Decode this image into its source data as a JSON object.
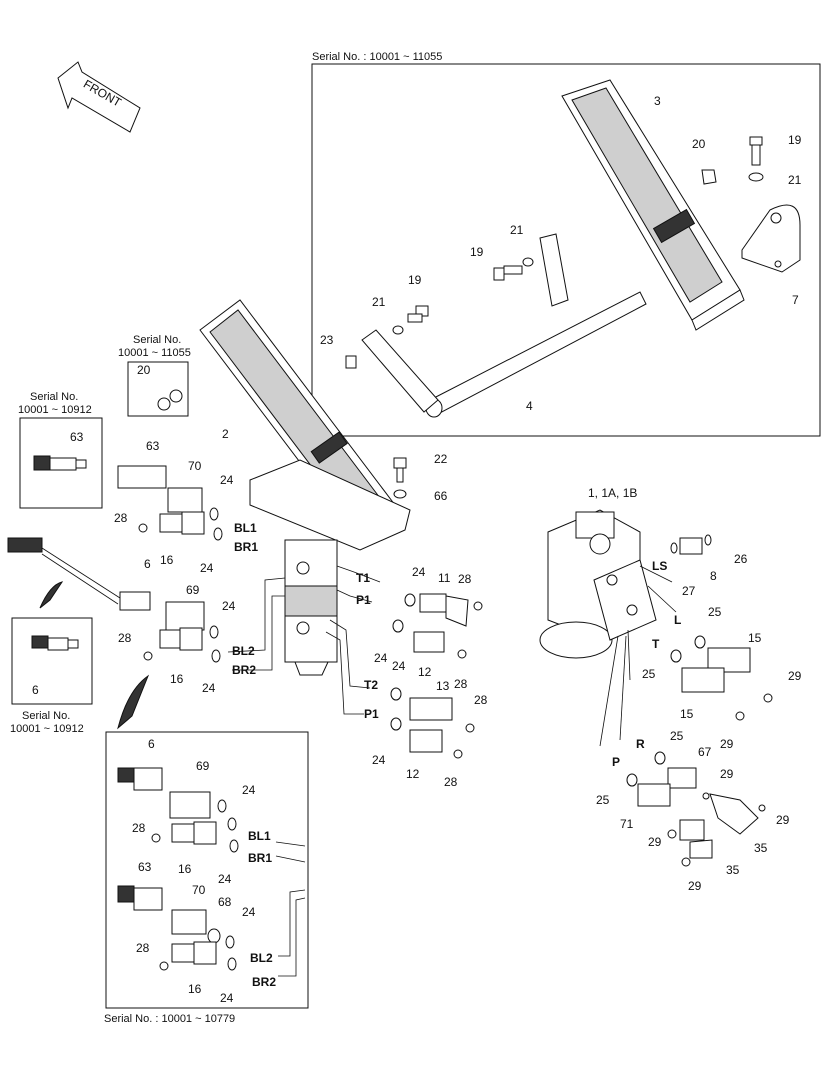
{
  "front_label": "FRONT",
  "serial_boxes": {
    "top": "Serial No. : 10001 ~ 11055",
    "small_20_title": "Serial No.",
    "small_20_range": "10001 ~ 11055",
    "small_63_title": "Serial No.",
    "small_63_range": "10001 ~ 10912",
    "small_6_title": "Serial No.",
    "small_6_range": "10001 ~ 10912",
    "bottom": "Serial No. : 10001 ~ 10779"
  },
  "ports": {
    "BL1": "BL1",
    "BR1": "BR1",
    "BL2": "BL2",
    "BR2": "BR2",
    "T1": "T1",
    "P1": "P1",
    "T2": "T2",
    "P1b": "P1",
    "LS": "LS",
    "L": "L",
    "T": "T",
    "R": "R",
    "P": "P"
  },
  "callouts": {
    "c1": "1, 1A, 1B",
    "c2": "2",
    "c3": "3",
    "c4": "4",
    "c6a": "6",
    "c6b": "6",
    "c6c": "6",
    "c7": "7",
    "c8": "8",
    "c11": "11",
    "c12a": "12",
    "c12b": "12",
    "c13": "13",
    "c15a": "15",
    "c15b": "15",
    "c16a": "16",
    "c16b": "16",
    "c16c": "16",
    "c16d": "16",
    "c19a": "19",
    "c19b": "19",
    "c19c": "19",
    "c20a": "20",
    "c20b": "20",
    "c21a": "21",
    "c21b": "21",
    "c21c": "21",
    "c22": "22",
    "c23": "23",
    "c24a": "24",
    "c24b": "24",
    "c24c": "24",
    "c24d": "24",
    "c24e": "24",
    "c24f": "24",
    "c24g": "24",
    "c24h": "24",
    "c24i": "24",
    "c24j": "24",
    "c24k": "24",
    "c24l": "24",
    "c25a": "25",
    "c25b": "25",
    "c25c": "25",
    "c25d": "25",
    "c26": "26",
    "c27": "27",
    "c28a": "28",
    "c28b": "28",
    "c28c": "28",
    "c28d": "28",
    "c28e": "28",
    "c28f": "28",
    "c28g": "28",
    "c28h": "28",
    "c29a": "29",
    "c29b": "29",
    "c29c": "29",
    "c29d": "29",
    "c29e": "29",
    "c29f": "29",
    "c35a": "35",
    "c35b": "35",
    "c63a": "63",
    "c63b": "63",
    "c63c": "63",
    "c66": "66",
    "c67": "67",
    "c68": "68",
    "c69a": "69",
    "c69b": "69",
    "c70a": "70",
    "c70b": "70",
    "c71": "71"
  }
}
